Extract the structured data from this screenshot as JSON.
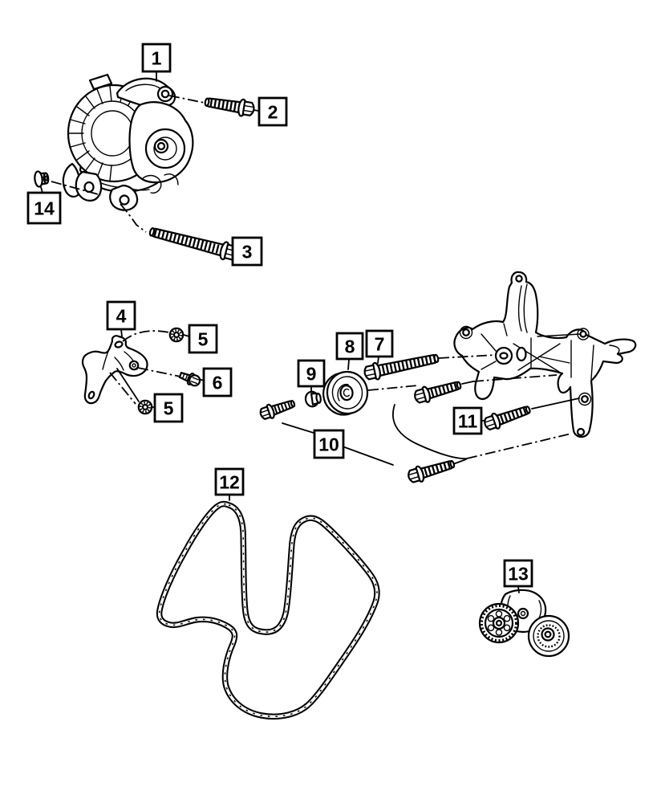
{
  "diagram": {
    "background_color": "#ffffff",
    "line_color": "#000000",
    "callouts": [
      {
        "number": "1",
        "part": "alternator"
      },
      {
        "number": "2",
        "part": "alternator-upper-bolt"
      },
      {
        "number": "3",
        "part": "alternator-lower-bolt"
      },
      {
        "number": "4",
        "part": "support-bracket"
      },
      {
        "number": "5",
        "part": "bracket-nut-upper"
      },
      {
        "number": "5",
        "part": "bracket-nut-lower"
      },
      {
        "number": "6",
        "part": "bracket-bolt"
      },
      {
        "number": "7",
        "part": "mounting-bracket-long-bolt"
      },
      {
        "number": "8",
        "part": "idler-pulley"
      },
      {
        "number": "9",
        "part": "pulley-spacer"
      },
      {
        "number": "10",
        "part": "mounting-bracket-bolts"
      },
      {
        "number": "11",
        "part": "mounting-bracket-bolt"
      },
      {
        "number": "12",
        "part": "serpentine-belt"
      },
      {
        "number": "13",
        "part": "belt-tensioner"
      },
      {
        "number": "14",
        "part": "alternator-nut"
      }
    ]
  }
}
